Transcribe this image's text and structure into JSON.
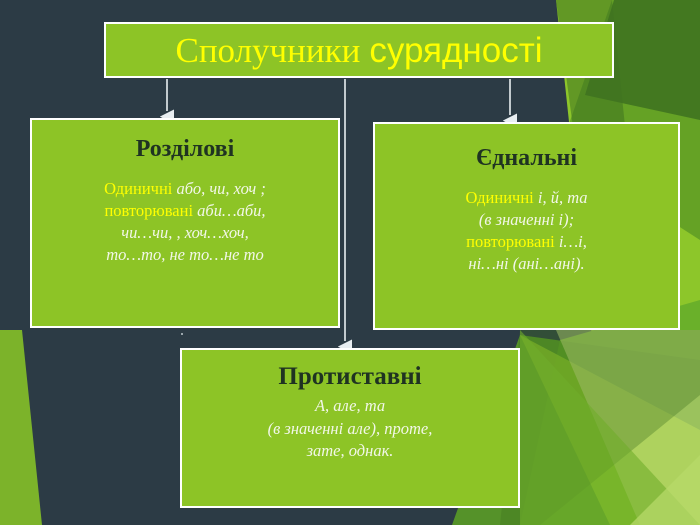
{
  "slide": {
    "background_color": "#2c3b45",
    "box_fill_color": "#8dc426",
    "box_border_color": "#ffffff",
    "heading_color": "#1f3322",
    "body_color": "#f2f7e8",
    "keyword_color": "#ffff00",
    "decor_green_dark": "#3f7320",
    "decor_green_mid": "#63a025",
    "decor_green_light": "#8dc62a",
    "decor_green_pale": "#cfe08a"
  },
  "title": {
    "part_serif": "Сполучники",
    "part_sans": "сурядності",
    "full": "Сполучники сурядності"
  },
  "boxes": [
    {
      "id": "rozdilovi",
      "heading": "Розділові",
      "lines": [
        {
          "keyword": "Одиничні",
          "text": " або, чи, хоч ;"
        },
        {
          "keyword": "повторювані",
          "text": " аби…аби,"
        },
        {
          "keyword": "",
          "text": "чи…чи, , хоч…хоч,"
        },
        {
          "keyword": "",
          "text": "то…то, не то…не то"
        }
      ]
    },
    {
      "id": "yednalni",
      "heading": "Єднальні",
      "lines": [
        {
          "keyword": "Одиничні",
          "text": " і, й, та"
        },
        {
          "keyword": "",
          "text": "(в значенні і);"
        },
        {
          "keyword": "повторювані",
          "text": " і…і,"
        },
        {
          "keyword": "",
          "text": "ні…ні (ані…ані)."
        }
      ]
    },
    {
      "id": "protystavni",
      "heading": "Протиставні",
      "lines": [
        {
          "keyword": "",
          "text": "А, але, та"
        },
        {
          "keyword": "",
          "text": "(в значенні але), проте,"
        },
        {
          "keyword": "",
          "text": "зате, однак."
        }
      ]
    }
  ],
  "arrows": [
    {
      "name": "arrow-title-to-rozdilovi",
      "from": "title",
      "to": "rozdilovi"
    },
    {
      "name": "arrow-title-to-yednalni",
      "from": "title",
      "to": "yednalni"
    },
    {
      "name": "arrow-title-to-protystavni",
      "from": "title",
      "to": "protystavni"
    }
  ]
}
